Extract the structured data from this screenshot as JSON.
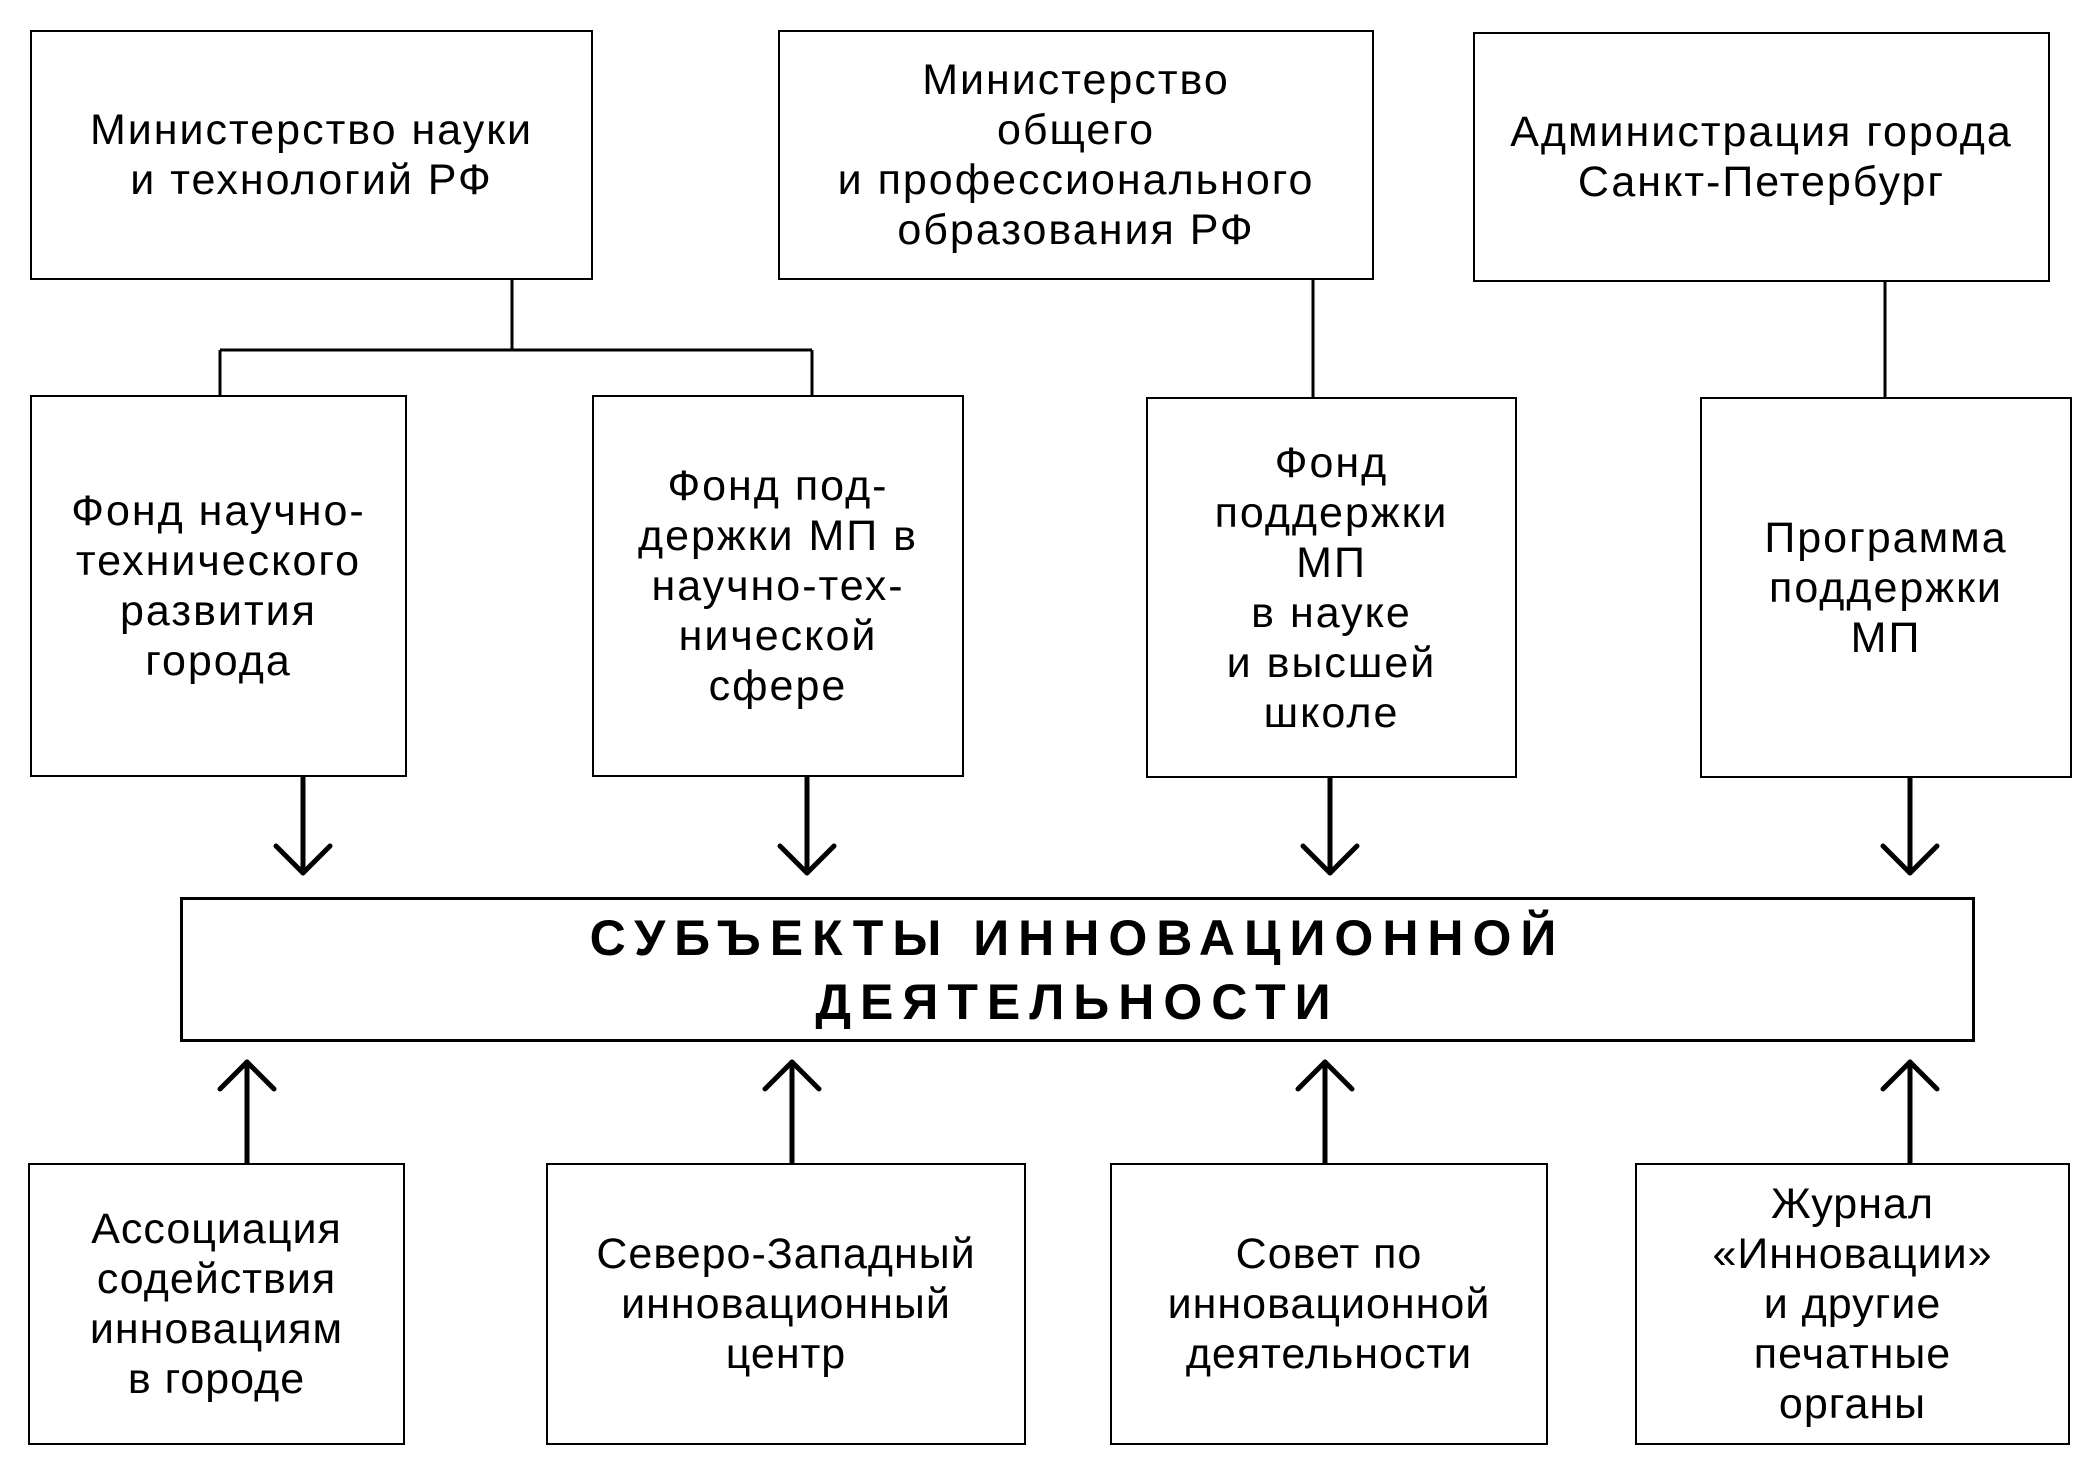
{
  "top_row": [
    {
      "id": "ministry-science",
      "label": "Министерство науки\nи технологий РФ"
    },
    {
      "id": "ministry-education",
      "label": "Министерство\nобщего\nи профессионального\nобразования РФ"
    },
    {
      "id": "city-administration",
      "label": "Администрация города\nСанкт-Петербург"
    }
  ],
  "funds_row": [
    {
      "id": "fund-city-development",
      "label": "Фонд научно-\nтехнического\nразвития\nгорода"
    },
    {
      "id": "fund-sme-science-tech",
      "label": "Фонд под-\nдержки МП в\nнаучно-тех-\nнической\nсфере"
    },
    {
      "id": "fund-sme-science-higher-school",
      "label": "Фонд\nподдержки\nМП\nв науке\nи высшей\nшколе"
    },
    {
      "id": "sme-support-program",
      "label": "Программа\nподдержки\nМП"
    }
  ],
  "center": {
    "label": "СУБЪЕКТЫ ИННОВАЦИОННОЙ\nДЕЯТЕЛЬНОСТИ"
  },
  "bottom_row": [
    {
      "id": "innovation-association",
      "label": "Ассоциация\nсодействия\nинновациям\nв городе"
    },
    {
      "id": "northwest-innovation-center",
      "label": "Северо-Западный\nинновационный\nцентр"
    },
    {
      "id": "innovation-council",
      "label": "Совет по\nинновационной\nдеятельности"
    },
    {
      "id": "innovations-journal",
      "label": "Журнал\n«Инновации»\nи другие\nпечатные\nорганы"
    }
  ],
  "colors": {
    "line": "#000000",
    "background": "#ffffff"
  }
}
